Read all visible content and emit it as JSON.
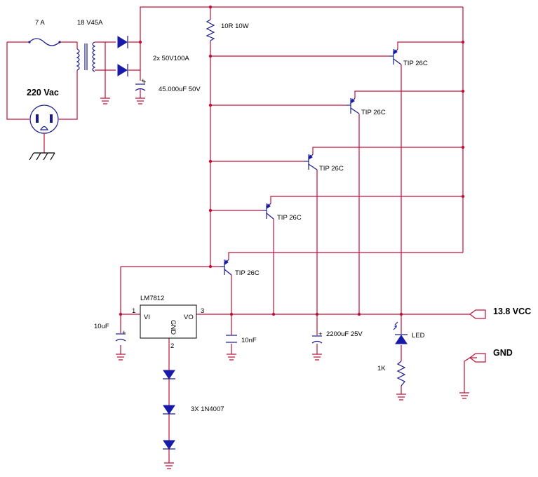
{
  "labels": {
    "fuse": "7 A",
    "transformer": "18 V45A",
    "mains": "220 Vac",
    "bridge": "2x 50V100A",
    "filter_cap": "45.000uF 50V",
    "resistor": "10R 10W",
    "transistor": "TIP 26C",
    "regulator": "LM7812",
    "reg_gnd": "GND",
    "reg_vi": "VI",
    "reg_vo": "VO",
    "pin1": "1",
    "pin2": "2",
    "pin3": "3",
    "c_in": "10uF",
    "c_out": "10nF",
    "c_big": "2200uF 25V",
    "led": "LED",
    "r_led": "1K",
    "diodes": "3X 1N4007",
    "out_vcc": "13.8 VCC",
    "out_gnd": "GND"
  },
  "colors": {
    "wire": "#c0103a",
    "component": "#1a1a8c",
    "component_fill": "#1a1aa8"
  }
}
